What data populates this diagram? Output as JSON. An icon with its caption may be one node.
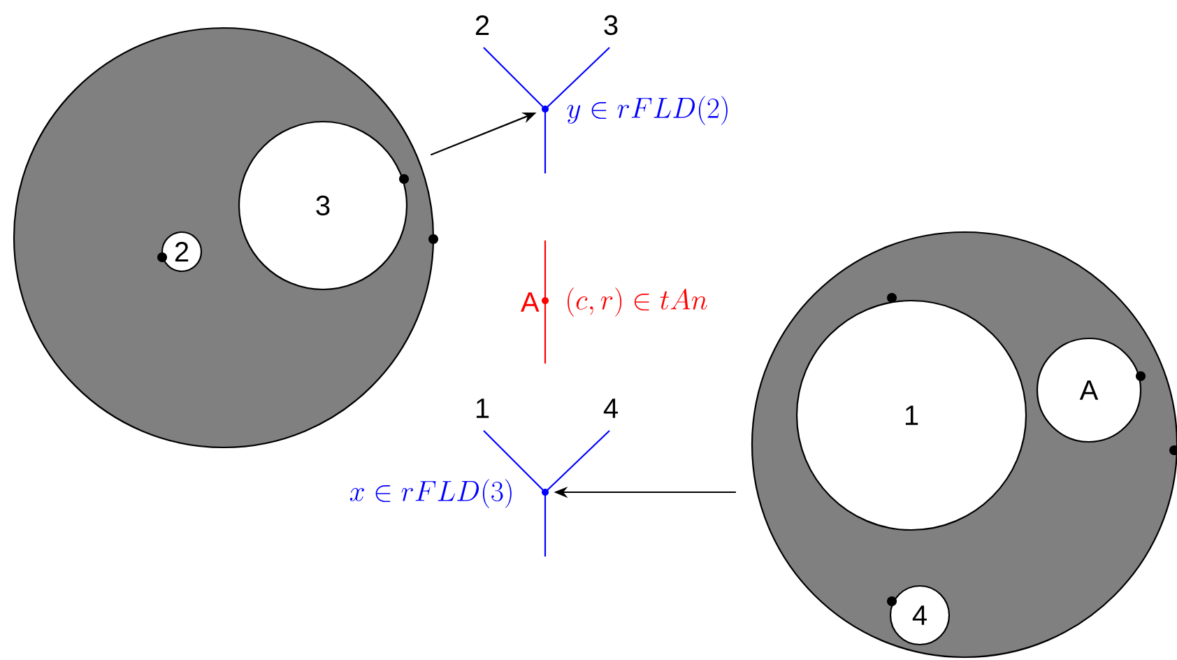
{
  "diagram": {
    "nodes": [
      {
        "text": [],
        "shape": "circle"
      },
      {
        "text": [
          "3"
        ],
        "in": 0
      },
      {
        "text": [
          "2"
        ],
        "in": 0
      },
      {
        "text": [
          "2",
          "3",
          "y \\in rFLD(2)"
        ]
      },
      {
        "text": [
          "A",
          "(c, r) \\in tAn"
        ]
      },
      {
        "text": [
          "1",
          "4",
          "x \\in rFLD(3)"
        ]
      },
      {
        "text": [],
        "shape": "circle"
      },
      {
        "text": [
          "1"
        ],
        "in": 6
      },
      {
        "text": [
          "A"
        ],
        "in": 6
      },
      {
        "text": [
          "4"
        ],
        "in": 6
      }
    ],
    "edges": [
      {
        "from": 0,
        "to": 3,
        "arrow": "to"
      },
      {
        "from": 6,
        "to": 5,
        "arrow": "to"
      }
    ]
  }
}
